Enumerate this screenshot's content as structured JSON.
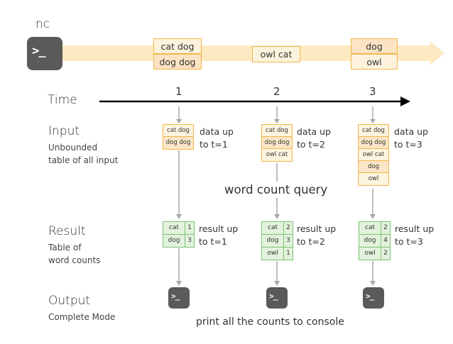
{
  "source_label": "nc",
  "stream": {
    "batches": [
      {
        "lines": [
          "cat dog",
          "dog dog"
        ]
      },
      {
        "lines": [
          "owl cat"
        ]
      },
      {
        "lines": [
          "dog",
          "owl"
        ]
      }
    ]
  },
  "timeline": {
    "label": "Time",
    "ticks": [
      "1",
      "2",
      "3"
    ]
  },
  "rows": {
    "input": {
      "title": "Input",
      "sub1": "Unbounded",
      "sub2": "table of all input"
    },
    "result": {
      "title": "Result",
      "sub1": "Table of",
      "sub2": "word counts"
    },
    "output": {
      "title": "Output",
      "sub1": "Complete Mode"
    }
  },
  "input_tables": [
    {
      "rows": [
        "cat dog",
        "dog dog"
      ],
      "caption1": "data up",
      "caption2": "to t=1"
    },
    {
      "rows": [
        "cat dog",
        "dog dog",
        "owl cat"
      ],
      "caption1": "data up",
      "caption2": "to t=2"
    },
    {
      "rows": [
        "cat dog",
        "dog dog",
        "owl cat",
        "dog",
        "owl"
      ],
      "caption1": "data up",
      "caption2": "to t=3"
    }
  ],
  "query_label": "word count query",
  "result_tables": [
    {
      "rows": [
        {
          "word": "cat",
          "count": "1"
        },
        {
          "word": "dog",
          "count": "3"
        }
      ],
      "caption1": "result up",
      "caption2": "to t=1"
    },
    {
      "rows": [
        {
          "word": "cat",
          "count": "2"
        },
        {
          "word": "dog",
          "count": "3"
        },
        {
          "word": "owl",
          "count": "1"
        }
      ],
      "caption1": "result up",
      "caption2": "to t=2"
    },
    {
      "rows": [
        {
          "word": "cat",
          "count": "2"
        },
        {
          "word": "dog",
          "count": "4"
        },
        {
          "word": "owl",
          "count": "2"
        }
      ],
      "caption1": "result up",
      "caption2": "to t=3"
    }
  ],
  "output_caption": "print all the counts to console",
  "icons": {
    "terminal": "terminal-icon"
  },
  "colors": {
    "stream_band": "#fde9c2",
    "input_border": "#f3b649",
    "result_border": "#7cc173",
    "result_fill": "#e3f2dd",
    "terminal": "#5a5a5a",
    "connector": "#a8a8a8"
  }
}
